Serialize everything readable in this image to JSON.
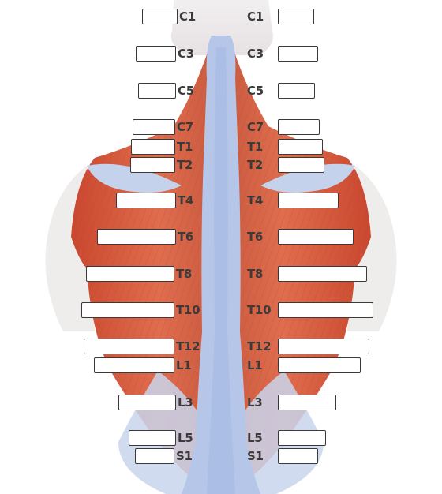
{
  "levels": [
    {
      "label": "C1"
    },
    {
      "label": "C3"
    },
    {
      "label": "C5"
    },
    {
      "label": "C7"
    },
    {
      "label": "T1"
    },
    {
      "label": "T2"
    },
    {
      "label": "T4"
    },
    {
      "label": "T6"
    },
    {
      "label": "T8"
    },
    {
      "label": "T10"
    },
    {
      "label": "T12"
    },
    {
      "label": "L1"
    },
    {
      "label": "L3"
    },
    {
      "label": "L5"
    },
    {
      "label": "S1"
    }
  ],
  "colors": {
    "muscle": "#d9573a",
    "muscle_dark": "#b8402a",
    "fascia": "#b9c8e6",
    "skin": "#ece9ea"
  }
}
